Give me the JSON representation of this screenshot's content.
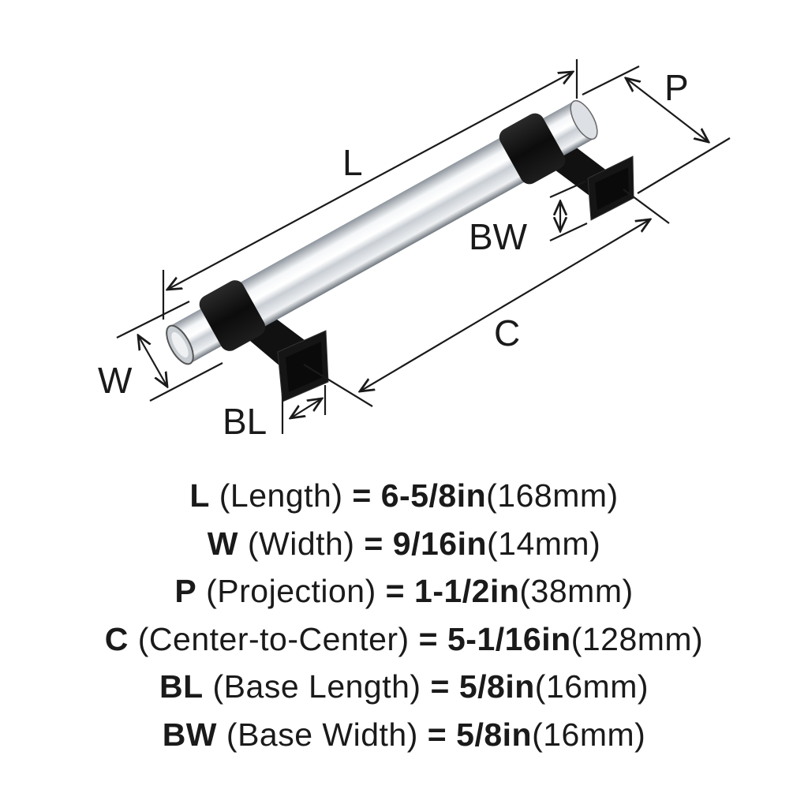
{
  "diagram": {
    "labels": {
      "L": "L",
      "P": "P",
      "W": "W",
      "BW": "BW",
      "C": "C",
      "BL": "BL"
    },
    "colors": {
      "finish_black": "#111111",
      "clear_tube": "#d9dde2",
      "ink": "#1a1a1a"
    }
  },
  "specs": [
    {
      "key": "L",
      "name": "(Length)",
      "eq": "=",
      "inch": "6-5/8in",
      "mm": "(168mm)"
    },
    {
      "key": "W",
      "name": "(Width)",
      "eq": "=",
      "inch": "9/16in",
      "mm": "(14mm)"
    },
    {
      "key": "P",
      "name": "(Projection)",
      "eq": "=",
      "inch": "1-1/2in",
      "mm": "(38mm)"
    },
    {
      "key": "C",
      "name": "(Center-to-Center)",
      "eq": "=",
      "inch": "5-1/16in",
      "mm": "(128mm)"
    },
    {
      "key": "BL",
      "name": "(Base Length)",
      "eq": "=",
      "inch": "5/8in",
      "mm": "(16mm)"
    },
    {
      "key": "BW",
      "name": "(Base Width)",
      "eq": "=",
      "inch": "5/8in",
      "mm": "(16mm)"
    }
  ]
}
